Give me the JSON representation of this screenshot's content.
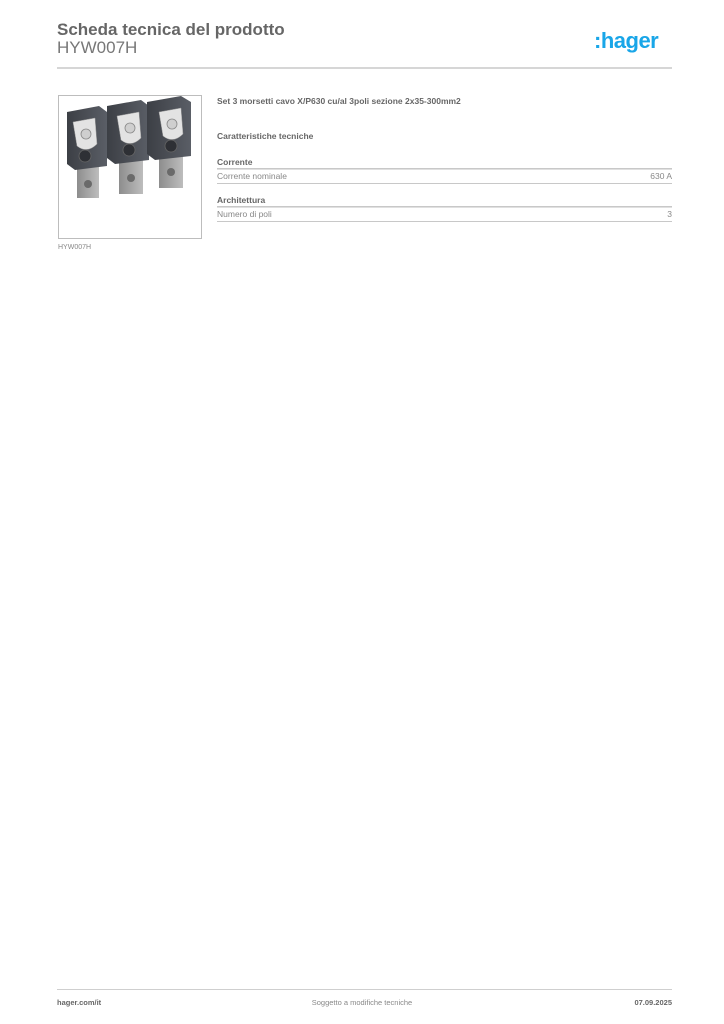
{
  "header": {
    "title": "Scheda tecnica del prodotto",
    "product_code": "HYW007H",
    "logo_text": ":hager",
    "logo_color": "#19a6e8"
  },
  "product": {
    "image_alt": "product-photo-3-cable-terminals",
    "image_caption": "HYW007H",
    "description": "Set 3 morsetti cavo X/P630 cu/al 3poli sezione 2x35-300mm2"
  },
  "specs": {
    "section_title": "Caratteristiche tecniche",
    "groups": [
      {
        "title": "Corrente",
        "rows": [
          {
            "label": "Corrente nominale",
            "value": "630 A"
          }
        ]
      },
      {
        "title": "Architettura",
        "rows": [
          {
            "label": "Numero di poli",
            "value": "3"
          }
        ]
      }
    ]
  },
  "footer": {
    "website": "hager.com/it",
    "note": "Soggetto a modifiche tecniche",
    "date": "07.09.2025"
  }
}
